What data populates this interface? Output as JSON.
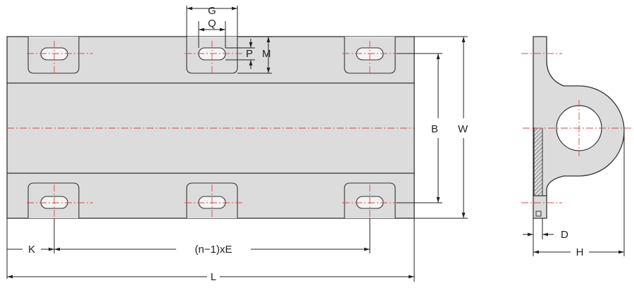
{
  "dimensions": {
    "G": "G",
    "Q": "Q",
    "P": "P",
    "M": "M",
    "B": "B",
    "W": "W",
    "K": "K",
    "E": "(n−1)xE",
    "L": "L",
    "D": "D",
    "H": "H"
  }
}
